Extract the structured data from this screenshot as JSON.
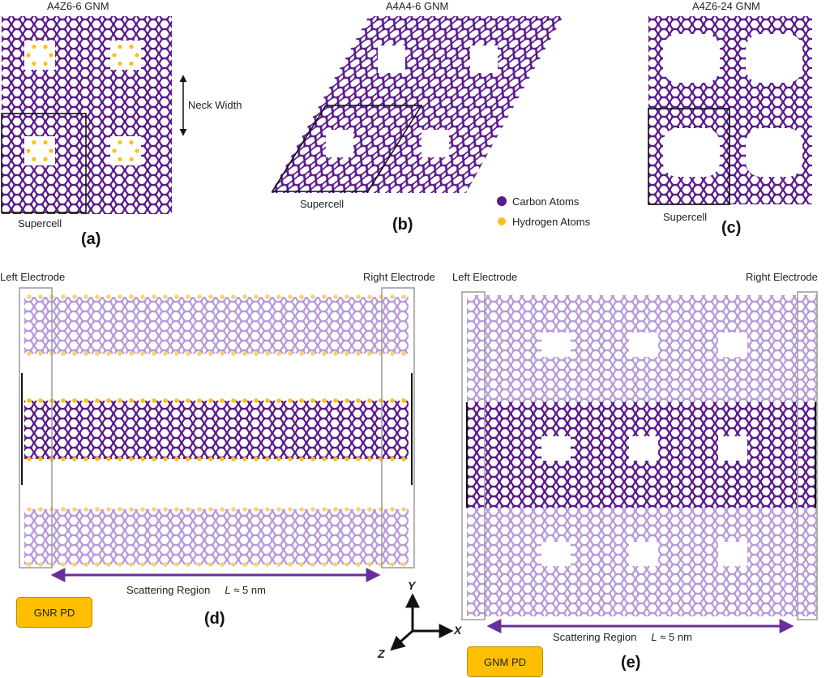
{
  "colors": {
    "carbon": "#5a1a8c",
    "carbon_light": "#b79ad8",
    "hydrogen": "#ffbf1a",
    "hydrogen_light": "#f6d27a",
    "arrow": "#6a2e9c",
    "badge": "#ffbf00"
  },
  "panel_a": {
    "title": "A4Z6-6 GNM",
    "label": "(a)",
    "supercell": "Supercell",
    "neck_width": "Neck Width"
  },
  "panel_b": {
    "title": "A4A4-6 GNM",
    "label": "(b)",
    "supercell": "Supercell"
  },
  "panel_c": {
    "title": "A4Z6-24 GNM",
    "label": "(c)",
    "supercell": "Supercell"
  },
  "legend": {
    "carbon": "Carbon Atoms",
    "hydrogen": "Hydrogen Atoms"
  },
  "panel_d": {
    "label": "(d)",
    "left_electrode": "Left Electrode",
    "right_electrode": "Right Electrode",
    "scattering": "Scattering Region",
    "length_symbol": "L",
    "length_value": " ≈ 5 nm",
    "device": "GNR PD"
  },
  "panel_e": {
    "label": "(e)",
    "left_electrode": "Left Electrode",
    "right_electrode": "Right Electrode",
    "scattering": "Scattering Region",
    "length_symbol": "L",
    "length_value": " ≈ 5 nm",
    "device": "GNM PD"
  },
  "axes": {
    "x": "X",
    "y": "Y",
    "z": "Z"
  }
}
